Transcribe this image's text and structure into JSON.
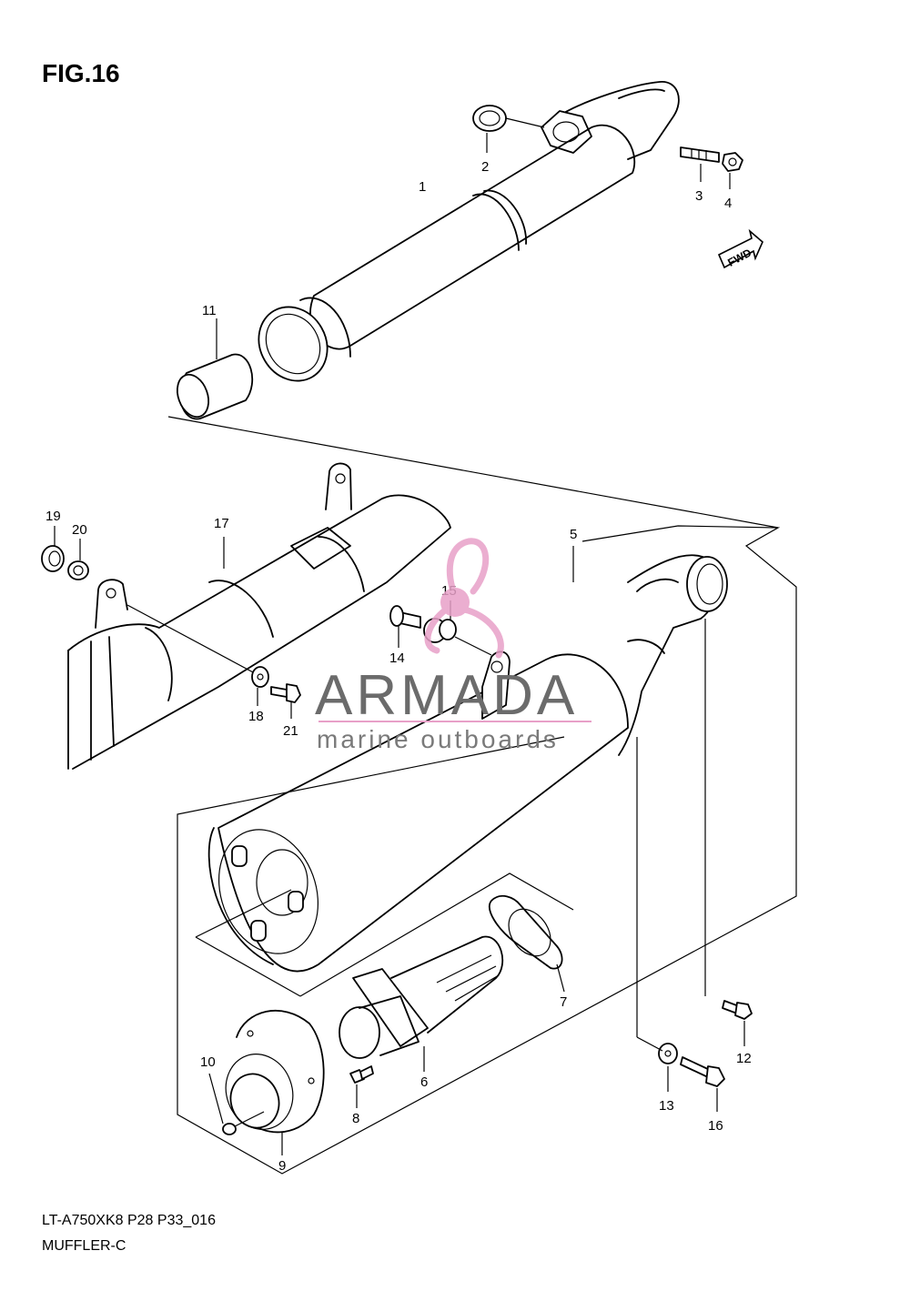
{
  "figure": {
    "title": "FIG.16"
  },
  "footer": {
    "code": "LT-A750XK8 P28 P33_016",
    "name": "MUFFLER-C"
  },
  "direction_badge": {
    "label": "FWD"
  },
  "watermark": {
    "brand": "ARMADA",
    "tagline": "marine outboards",
    "accent": "#e8a0c8"
  },
  "callouts": [
    "1",
    "2",
    "3",
    "4",
    "5",
    "6",
    "7",
    "8",
    "9",
    "10",
    "11",
    "12",
    "13",
    "14",
    "15",
    "16",
    "17",
    "18",
    "19",
    "20",
    "21"
  ],
  "colors": {
    "line": "#000000",
    "background": "#ffffff",
    "watermark_text": "#6b6b6b"
  }
}
